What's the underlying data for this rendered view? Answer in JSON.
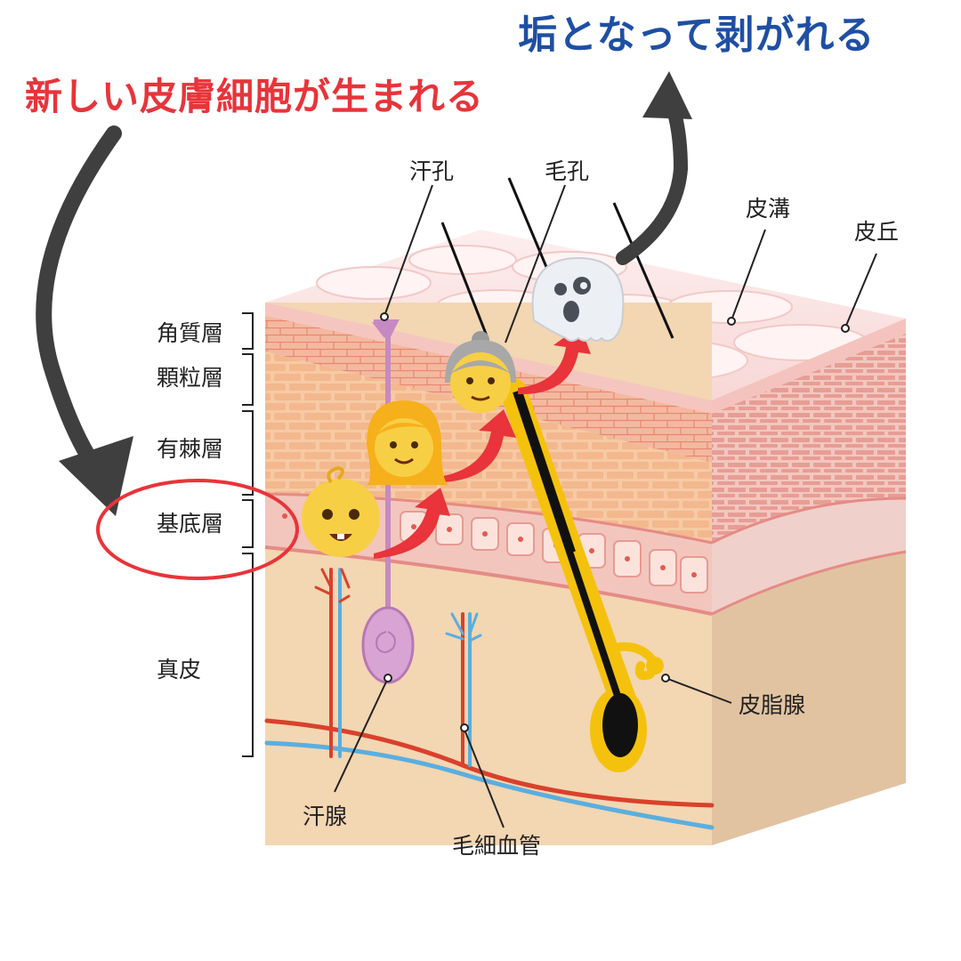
{
  "headlines": {
    "new_cells": "新しい皮膚細胞が生まれる",
    "shed": "垢となって剥がれる"
  },
  "layers": {
    "stratum_corneum": "角質層",
    "stratum_granulosum": "顆粒層",
    "stratum_spinosum": "有棘層",
    "stratum_basale": "基底層",
    "dermis": "真皮"
  },
  "labels": {
    "sweat_pore": "汗孔",
    "hair_pore": "毛孔",
    "skin_groove": "皮溝",
    "skin_ridge": "皮丘",
    "sebaceous_gland": "皮脂腺",
    "sweat_gland": "汗腺",
    "capillary": "毛細血管"
  },
  "icons": {
    "baby": "baby-face-icon",
    "girl": "girl-face-icon",
    "old_woman": "old-woman-face-icon",
    "ghost": "ghost-icon"
  },
  "colors": {
    "new_cells_text": "#e8343a",
    "shed_text": "#1f4fa3",
    "red_arrow": "#e8343a",
    "curved_arrow": "#3f3f3f",
    "highlight_circle": "#e8343a",
    "hair": "#f4c20d",
    "artery": "#d9412b",
    "vein": "#5aaee0",
    "sweat_gland": "#c58ac3"
  }
}
